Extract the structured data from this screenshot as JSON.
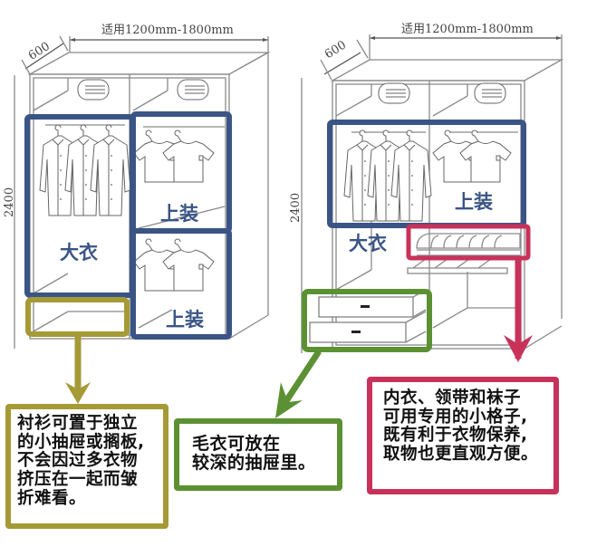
{
  "diagrams": [
    {
      "id": "left",
      "width_dimension": "适用1200mm-1800mm",
      "depth_dimension": "600",
      "height_dimension": "2400",
      "zones": [
        {
          "label": "大衣",
          "color": "#3a5585"
        },
        {
          "label": "上装",
          "color": "#3a5585"
        },
        {
          "label": "上装",
          "color": "#3a5585"
        }
      ]
    },
    {
      "id": "right",
      "width_dimension": "适用1200mm-1800mm",
      "depth_dimension": "600",
      "height_dimension": "2400",
      "zones": [
        {
          "label": "大衣",
          "color": "#3a5585"
        },
        {
          "label": "上装",
          "color": "#3a5585"
        }
      ]
    }
  ],
  "callouts": {
    "shirts": {
      "color": "#a59a36",
      "lines": [
        "衬衫可置于独立",
        "的小抽屉或搁板,",
        "不会因过多衣物",
        "挤压在一起而皱",
        "折难看。"
      ]
    },
    "sweater": {
      "color": "#5c9133",
      "lines": [
        "毛衣可放在",
        "较深的抽屉里。"
      ]
    },
    "underwear": {
      "color": "#c8325a",
      "lines": [
        "内衣、领带和袜子",
        "可用专用的小格子,",
        "既有利于衣物保养,",
        "取物也更直观方便。"
      ]
    }
  },
  "colors": {
    "zone_frame": "#3a5585",
    "shelf_highlight": "#a59a36",
    "drawer_highlight": "#5c9133",
    "tray_highlight": "#c8325a"
  }
}
